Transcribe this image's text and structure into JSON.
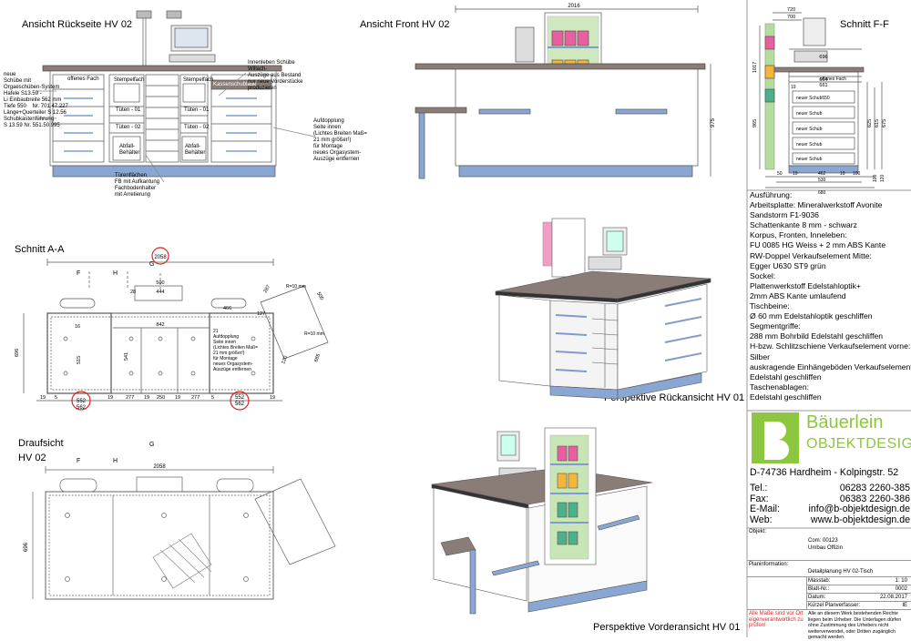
{
  "views": {
    "rueckseite": "Ansicht Rückseite HV 02",
    "front": "Ansicht Front HV 02",
    "schnitt_ff": "Schnitt F-F",
    "schnitt_aa": "Schnitt A-A",
    "draufsicht_line1": "Draufsicht",
    "draufsicht_line2": "HV 02",
    "persp_rueck": "Perspektive Rückansicht HV 01",
    "persp_vorder": "Perspektive Vorderansicht HV 01"
  },
  "rueck_labels": {
    "left_note": "neue\nSchübe mit\nOrgaeschüben-System\nHafele S13.59 -\nLi Einbaubreite 562 mm\nTiefe 550    Nr. 701.47.227\nLänge+Querteiler S 12.56\nSchubkastenführung\nS 13.59 Nr. 551.50.995",
    "offenes_fach": "offenes Fach",
    "stempelfach_1": "Stempelfach",
    "stempelfach_2": "Stempelfach",
    "kassenschublade": "Kassenschublade",
    "tueten_01a": "Tüten - 01",
    "tueten_01b": "Tüten - 01",
    "tueten_02a": "Tüten - 02",
    "tueten_02b": "Tüten - 02",
    "abfall_1": "Abfall-\nBehälter",
    "abfall_2": "Abfall-\nBehälter",
    "right_note": "Innenleben Schübe\nWillach-\nAuszüge aus Bestand\nnur neue Vorderstücke\nproduzieren",
    "aufdopplung_note": "Aufdopplung\nSeite innen\n(Lichtes Breiten Maß=\n21 mm größer!)\nfür Montage\nneues Orgasystem-\nAuszüge entfernen",
    "bottom_note": "Türenflächen\nFB mit Aufkantung\nFachbodenhalter\nmit Arretierung"
  },
  "front_dims": {
    "width": "2016",
    "height": "975"
  },
  "ff_dims": {
    "top": [
      "720",
      "700"
    ],
    "w696": "696",
    "w684": "664",
    "w661": "661",
    "left_h": [
      "1017",
      "965"
    ],
    "right_h": [
      "625",
      "615",
      "675"
    ],
    "row19": "19",
    "offenes_fach": "offenes Fach",
    "schubs": [
      "neuer Schub550",
      "neuer Schub",
      "neuer Schub",
      "neuer Schub",
      "neuer Schub"
    ],
    "bottom_row": [
      "50",
      "19",
      "462",
      "19",
      "100"
    ],
    "bottom_530": "530",
    "bottom_680": "680",
    "side_100": "100",
    "side_120": "120"
  },
  "aa_dims": {
    "top_total": "2058",
    "w500": "500",
    "w28": "28",
    "w444": "444",
    "w466": "466",
    "w842": "842",
    "w127": "127",
    "w287": "287",
    "w16": "16",
    "h696": "696",
    "h541": "541",
    "h515": "515",
    "h500": "500",
    "h685": "685",
    "h120": "120",
    "r10": "R=10 mm",
    "bottom": [
      "19",
      "5",
      "19",
      "277",
      "19",
      "250",
      "19",
      "277",
      "5",
      "19"
    ],
    "circle_left": [
      "552",
      "562"
    ],
    "circle_right": [
      "552",
      "562"
    ],
    "note": "21\nAufdopplung\nSeite innen\n(Lichtes Breiten Maß=\n21 mm größer!)\nfür Montage\nneues Orgasystem-\nAuszüge entfernen",
    "mark_f": "F",
    "mark_h": "H",
    "mark_g": "G"
  },
  "draufsicht_dims": {
    "width": "2058",
    "height": "696",
    "mark_f": "F",
    "mark_h": "H",
    "mark_g": "G"
  },
  "spec_lines": [
    "Ausführung:",
    "Arbeitsplatte: Mineralwerkstoff Avonite",
    "Sandstorm F1-9036",
    "Schattenkante 8 mm - schwarz",
    "Korpus, Fronten, Inneleben:",
    "FU 0085 HG Weiss + 2 mm ABS Kante",
    "RW-Doppel Verkaufselement Mitte:",
    "Egger U630 ST9 grün",
    "Sockel:",
    "Plattenwerkstoff Edelstahloptik+",
    "2mm ABS Kante umlaufend",
    "Tischbeine:",
    "Ø 60 mm Edelstahloptik geschliffen",
    "Segmentgriffe:",
    "288 mm Bohrbild Edelstahl geschliffen",
    "H-bzw. Schlitzschiene Verkaufselement vorne:",
    "Silber",
    "auskragende Einhängeböden Verkaufselement:",
    "Edelstahl geschliffen",
    "Taschenablagen:",
    "Edelstahl geschliffen"
  ],
  "logo": {
    "line1": "Bäuerlein",
    "line2": "OBJEKTDESIGN",
    "green": "#8dc63f"
  },
  "address": "D-74736  Hardheim  -  Kolpingstr.  52",
  "contact": [
    {
      "label": "Tel.:",
      "value": "06283     2260-385"
    },
    {
      "label": "Fax:",
      "value": "06383     2260-386"
    },
    {
      "label": "E-Mail:",
      "value": "info@b-objektdesign.de"
    },
    {
      "label": "Web:",
      "value": "www.b-objektdesign.de"
    }
  ],
  "title_block": {
    "objekt_label": "Objekt:",
    "objekt_line1": "Com: 00123",
    "objekt_line2": "Umbau Offizin",
    "plan_label": "Planinformation:",
    "plan_value": "Detailplanung HV 02-Tisch",
    "masstab_label": "Masstab:",
    "masstab_value": "1: 10",
    "blatt_label": "Blatt-Nr.:",
    "blatt_value": "0002",
    "datum_label": "Datum:",
    "datum_value": "22.08.2017",
    "kuerzel_label": "Kürzel Planverfasser:",
    "kuerzel_value": "IE",
    "warning": "Alle Maße sind vor Ort\neigenverantwortlich zu\nprüfen!",
    "copyright": "Alle an diesem Werk bestehenden Rechte\nliegen beim Urheber. Die Unterlagen dürfen\nohne Zustimmung des Urhebers nicht\nweiterverwendet, oder Dritten zugänglich\ngemacht werden."
  },
  "colors": {
    "line": "#555555",
    "dim": "#333333",
    "counter_top": "#8a7d78",
    "leg_blue": "#7f9ccc",
    "plinth_blue": "#8aa6d2",
    "green_panel": "#78c04a",
    "red_mark": "#e02020",
    "warn_red": "#e02020"
  }
}
